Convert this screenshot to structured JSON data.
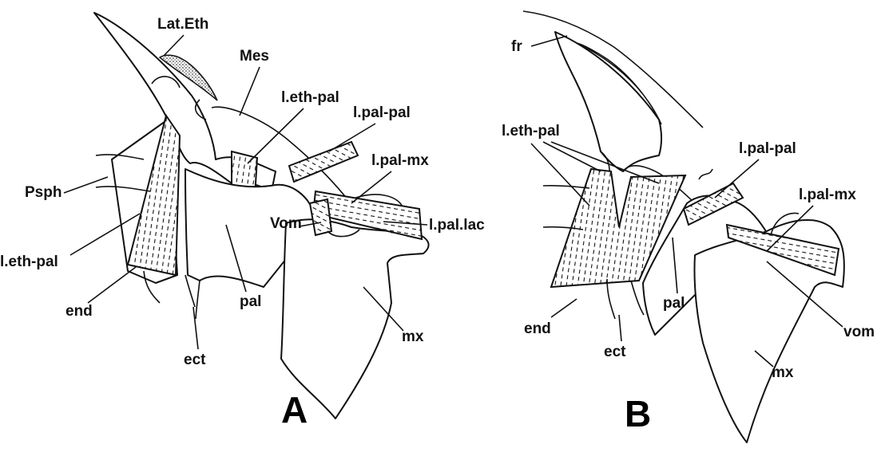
{
  "panel_a": {
    "panel_label": "A",
    "labels": {
      "lat_eth": "Lat.Eth",
      "mes": "Mes",
      "l_eth_pal_top": "l.eth-pal",
      "l_pal_pal": "l.pal-pal",
      "l_pal_mx": "l.pal-mx",
      "psph": "Psph",
      "vom": "Vom",
      "l_pal_lac": "l.pal.lac",
      "l_eth_pal_left": "l.eth-pal",
      "end": "end",
      "pal": "pal",
      "mx": "mx",
      "ect": "ect"
    }
  },
  "panel_b": {
    "panel_label": "B",
    "labels": {
      "fr": "fr",
      "l_eth_pal": "l.eth-pal",
      "l_pal_pal": "l.pal-pal",
      "l_pal_mx": "l.pal-mx",
      "pal": "pal",
      "end": "end",
      "ect": "ect",
      "vom": "vom",
      "mx": "mx"
    }
  }
}
